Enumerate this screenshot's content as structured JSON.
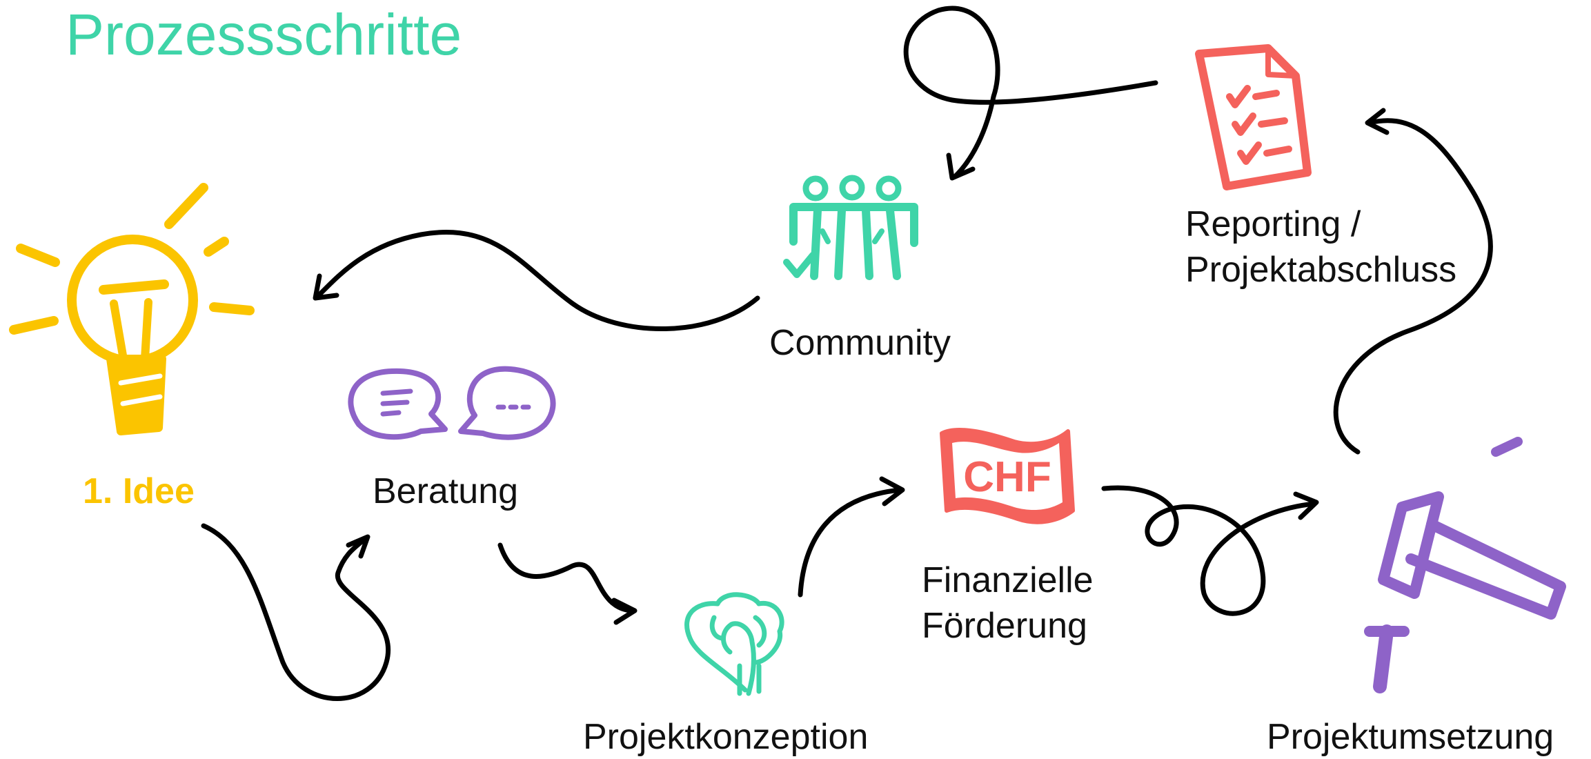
{
  "title": "Prozessschritte",
  "colors": {
    "title": "#3fd4a8",
    "idee": "#fbc400",
    "beratung": "#8e63c8",
    "konzeption": "#3fd4a8",
    "foerderung": "#f4625c",
    "umsetzung": "#8e63c8",
    "reporting": "#f4625c",
    "community": "#3fd4a8",
    "arrow": "#000000",
    "text": "#111111"
  },
  "steps": {
    "idee": {
      "label": "1. Idee",
      "icon": "lightbulb-icon"
    },
    "beratung": {
      "label": "Beratung",
      "icon": "speech-bubbles-icon"
    },
    "konzeption": {
      "label": "Projektkonzeption",
      "icon": "brain-icon"
    },
    "foerderung": {
      "label": "Finanzielle Förderung",
      "icon": "banknote-chf-icon",
      "icon_text": "CHF"
    },
    "umsetzung": {
      "label": "Projektumsetzung",
      "icon": "hammer-icon"
    },
    "reporting": {
      "label": "Reporting / Projektabschluss",
      "icon": "checklist-document-icon"
    },
    "community": {
      "label": "Community",
      "icon": "people-group-icon"
    }
  }
}
